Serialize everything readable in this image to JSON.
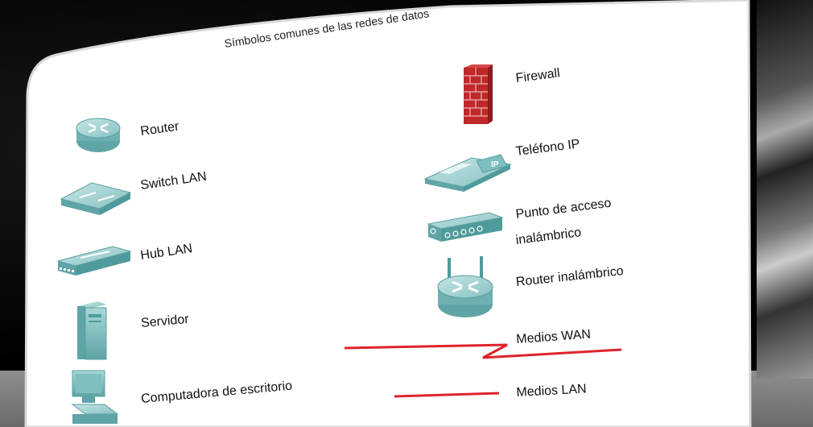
{
  "diagram": {
    "title": "Símbolos comunes de las redes de datos",
    "left_items": [
      {
        "label": "Router",
        "icon": "router-icon"
      },
      {
        "label": "Switch LAN",
        "icon": "switch-icon"
      },
      {
        "label": "Hub LAN",
        "icon": "hub-icon"
      },
      {
        "label": "Servidor",
        "icon": "server-icon"
      },
      {
        "label": "Computadora de escritorio",
        "icon": "desktop-computer-icon"
      }
    ],
    "right_items": [
      {
        "label": "Firewall",
        "icon": "firewall-icon"
      },
      {
        "label": "Teléfono IP",
        "icon": "ip-phone-icon",
        "badge": "IP"
      },
      {
        "label_line1": "Punto de acceso",
        "label_line2": "inalámbrico",
        "icon": "wireless-access-point-icon"
      },
      {
        "label": "Router inalámbrico",
        "icon": "wireless-router-icon"
      },
      {
        "label": "Medios WAN",
        "icon": "wan-media-line"
      },
      {
        "label": "Medios LAN",
        "icon": "lan-media-line"
      }
    ],
    "colors": {
      "icon_teal": "#7fbfc0",
      "icon_teal_dark": "#4f9a9c",
      "firewall_red": "#c0282a",
      "media_red": "#e0232a"
    }
  }
}
